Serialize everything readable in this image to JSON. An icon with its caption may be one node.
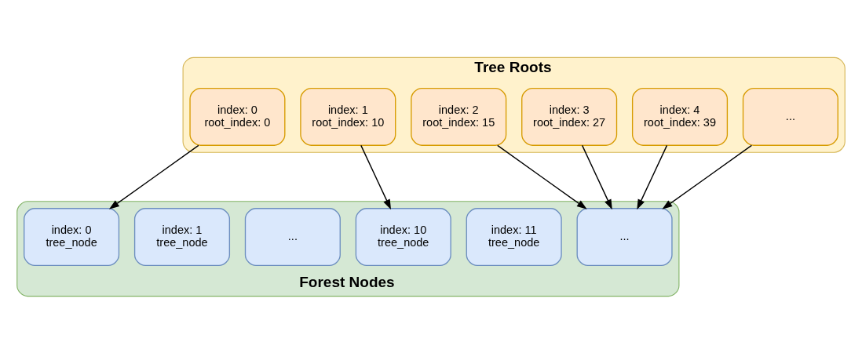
{
  "diagram": {
    "nodes": [
      {
        "text": [
          "Tree Roots"
        ]
      },
      {
        "text": [
          "index: 0",
          "root_index: 0"
        ],
        "in": 0
      },
      {
        "text": [
          "index: 1",
          "root_index: 10"
        ],
        "in": 0
      },
      {
        "text": [
          "index: 2",
          "root_index: 15"
        ],
        "in": 0
      },
      {
        "text": [
          "index: 3",
          "root_index: 27"
        ],
        "in": 0
      },
      {
        "text": [
          "index: 4",
          "root_index: 39"
        ],
        "in": 0
      },
      {
        "text": [
          "..."
        ],
        "in": 0
      },
      {
        "text": [
          "Forest Nodes"
        ]
      },
      {
        "text": [
          "index: 0",
          "tree_node"
        ],
        "in": 7
      },
      {
        "text": [
          "index: 1",
          "tree_node"
        ],
        "in": 7
      },
      {
        "text": [
          "..."
        ],
        "in": 7
      },
      {
        "text": [
          "index: 10",
          "tree_node"
        ],
        "in": 7
      },
      {
        "text": [
          "index: 11",
          "tree_node"
        ],
        "in": 7
      },
      {
        "text": [
          "..."
        ],
        "in": 7
      }
    ],
    "edges": [
      {
        "from": 1,
        "to": 8,
        "arrow": "to"
      },
      {
        "from": 2,
        "to": 11,
        "arrow": "to"
      },
      {
        "from": 3,
        "to": 13,
        "arrow": "to"
      },
      {
        "from": 4,
        "to": 13,
        "arrow": "to"
      },
      {
        "from": 5,
        "to": 13,
        "arrow": "to"
      },
      {
        "from": 6,
        "to": 13,
        "arrow": "to"
      }
    ]
  }
}
